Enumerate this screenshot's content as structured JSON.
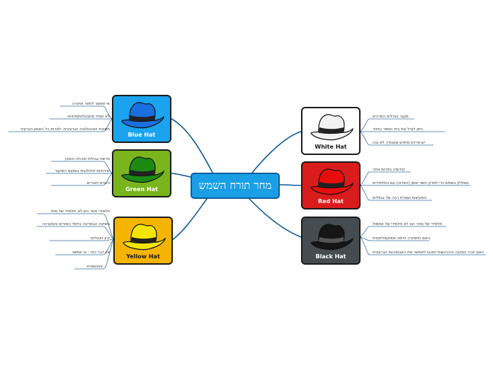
{
  "central": {
    "title": "מחר תורח השמש"
  },
  "hats": {
    "blue": {
      "label": "Blue Hat",
      "bg": "#1aa3ee",
      "hat_color": "#1a6fe0",
      "text_color": "#ffffff"
    },
    "green": {
      "label": "Green Hat",
      "bg": "#7ab51d",
      "hat_color": "#1b8a12",
      "text_color": "#ffffff"
    },
    "yellow": {
      "label": "Yellow Hat",
      "bg": "#f5b400",
      "hat_color": "#f2e600",
      "text_color": "#1a1a1a"
    },
    "white": {
      "label": "White Hat",
      "bg": "#ffffff",
      "hat_color": "#f2f2f2",
      "text_color": "#1a1a1a"
    },
    "red": {
      "label": "Red Hat",
      "bg": "#d91c1c",
      "hat_color": "#e80d0d",
      "text_color": "#ffffff"
    },
    "black": {
      "label": "Black Hat",
      "bg": "#454c4f",
      "hat_color": "#151515",
      "text_color": "#ffffff"
    }
  },
  "leaves": {
    "blue": [
      "אי אפשר לחזור אחורה",
      "לא תמיד מתבטלות/פחיות",
      "חשיבת הטכנולוגיה הגרעינית. למרות כל האסון הגרעיני"
    ],
    "green": [
      "פרשת גבולות תורתה והמכן",
      "יצירתיות פיזיולוגית במקום השיעור",
      "כיוונים חוברים"
    ],
    "yellow": [
      "תלמידי מחר הם לא תלמידי של מחר",
      "השיטה הבמרונה בלמד המורים והמערכה",
      "ידע טכנולוגי",
      "אין דבר כזה : אי אפשר",
      "אוטומטית"
    ],
    "white": [
      "מעגר בגדלים המרכים",
      "ניתן לגדל את בית הספר כחזור",
      "יש פרדס מחדש שעבודך לא נגה"
    ],
    "red": [
      "קידומה בפרום אחר",
      "נסתלק בשמש כדי למדק השד אופן (הפרוכ) עם התלמידים",
      "טמעיצות ועצדת רבה של בנפלים"
    ],
    "black": [
      "תלמידי של מחר הם לא תלמידי של אתמול",
      "האם התמורה היימה אפוקאליפטית",
      "האם יוכרו המכנה וההרגשות יסוכגו לאפשר את האנטוכנות הגרעינית"
    ]
  }
}
